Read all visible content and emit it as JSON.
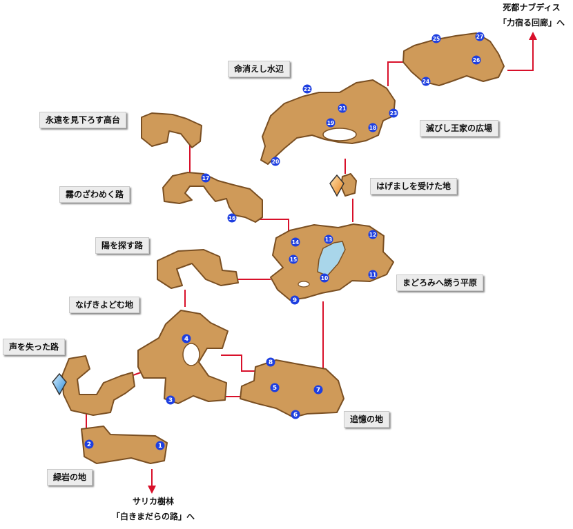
{
  "areas": {
    "ryokugan": "緑岩の地",
    "koe": "声を失った路",
    "nageki": "なげきよどむ地",
    "hi": "陽を探す路",
    "kiri": "霧のざわめく路",
    "eien": "永遠を見下ろす高台",
    "inochi": "命消えし水辺",
    "horobi": "滅びし王家の広場",
    "hagemashi": "はげましを受けた地",
    "madoromi": "まどろみへ誘う平原",
    "tsuioku": "追憶の地"
  },
  "exits": {
    "south_line1": "サリカ樹林",
    "south_line2": "「白きまだらの路」へ",
    "north_line1": "死都ナブディス",
    "north_line2": "「力宿る回廊」へ"
  },
  "markers": [
    "1",
    "2",
    "3",
    "4",
    "5",
    "6",
    "7",
    "8",
    "9",
    "10",
    "11",
    "12",
    "13",
    "14",
    "15",
    "16",
    "17",
    "18",
    "19",
    "20",
    "21",
    "22",
    "23",
    "24",
    "25",
    "26",
    "27"
  ],
  "colors": {
    "land": "#cf9a59",
    "land_side": "#7a4f22",
    "path": "#d8102a",
    "marker": "#1e3fe0",
    "water": "#a9d6ea",
    "crystal_orange": "#f4a23c",
    "crystal_blue": "#58b3ea"
  }
}
